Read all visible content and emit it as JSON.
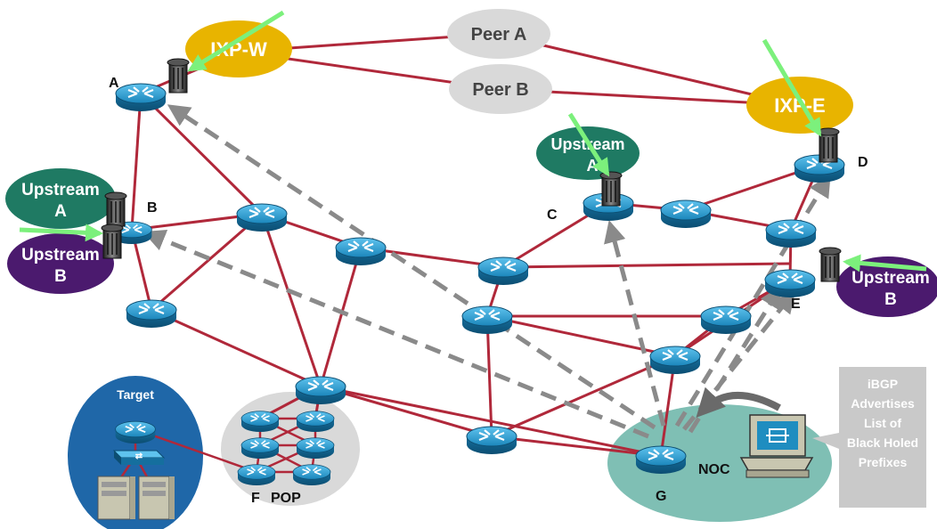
{
  "clouds": {
    "ixp_w": "IXP-W",
    "ixp_e": "IXP-E",
    "peer_a": "Peer A",
    "peer_b": "Peer B",
    "upstream_a_left_1": "Upstream",
    "upstream_a_left_2": "A",
    "upstream_b_left_1": "Upstream",
    "upstream_b_left_2": "B",
    "upstream_a_mid_1": "Upstream",
    "upstream_a_mid_2": "A",
    "upstream_b_right_1": "Upstream",
    "upstream_b_right_2": "B"
  },
  "labels": {
    "a": "A",
    "b": "B",
    "c": "C",
    "d": "D",
    "e": "E",
    "f": "F",
    "g": "G",
    "pop": "POP",
    "noc": "NOC",
    "target": "Target"
  },
  "callout": {
    "line1": "iBGP",
    "line2": "Advertises",
    "line3": "List of",
    "line4": "Black Holed",
    "line5": "Prefixes"
  },
  "colors": {
    "link": "#b0283a",
    "dashed": "#8a8a8a",
    "arrow_green": "#7cf07c",
    "ixp": "#e8b400",
    "peer": "#d9d9d9",
    "upstream_a": "#1f7a63",
    "upstream_b": "#4b1a6e",
    "target_zone": "#1f67a8",
    "noc_zone": "#7fbfb4",
    "router": "#1f8dc0"
  }
}
